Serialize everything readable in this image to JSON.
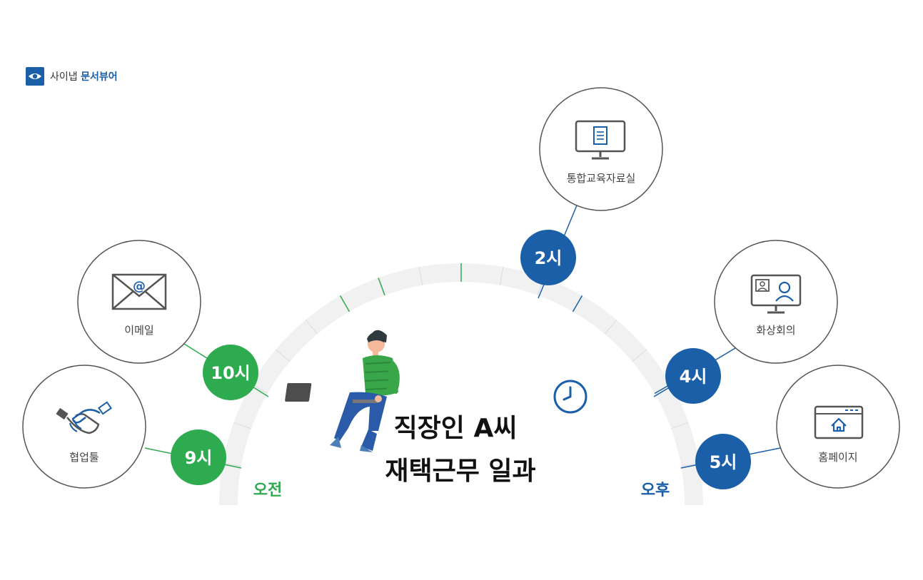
{
  "brand": {
    "prefix": "사이냅",
    "name": "문서뷰어"
  },
  "title": {
    "line1": "직장인 A씨",
    "line2": "재택근무 일과"
  },
  "periods": {
    "am": "오전",
    "pm": "오후"
  },
  "schedule": [
    {
      "time": "9시",
      "label": "협업툴",
      "icon": "handshake-icon",
      "period": "am"
    },
    {
      "time": "10시",
      "label": "이메일",
      "icon": "email-icon",
      "period": "am"
    },
    {
      "time": "2시",
      "label": "통합교육자료실",
      "icon": "document-monitor-icon",
      "period": "pm"
    },
    {
      "time": "4시",
      "label": "화상회의",
      "icon": "video-conference-icon",
      "period": "pm"
    },
    {
      "time": "5시",
      "label": "홈페이지",
      "icon": "homepage-browser-icon",
      "period": "pm"
    }
  ],
  "colors": {
    "am": "#2eaa4f",
    "pm": "#1a5fa8",
    "arc": "#f1f1f1",
    "ring": "#555555",
    "icon": "#555555"
  }
}
